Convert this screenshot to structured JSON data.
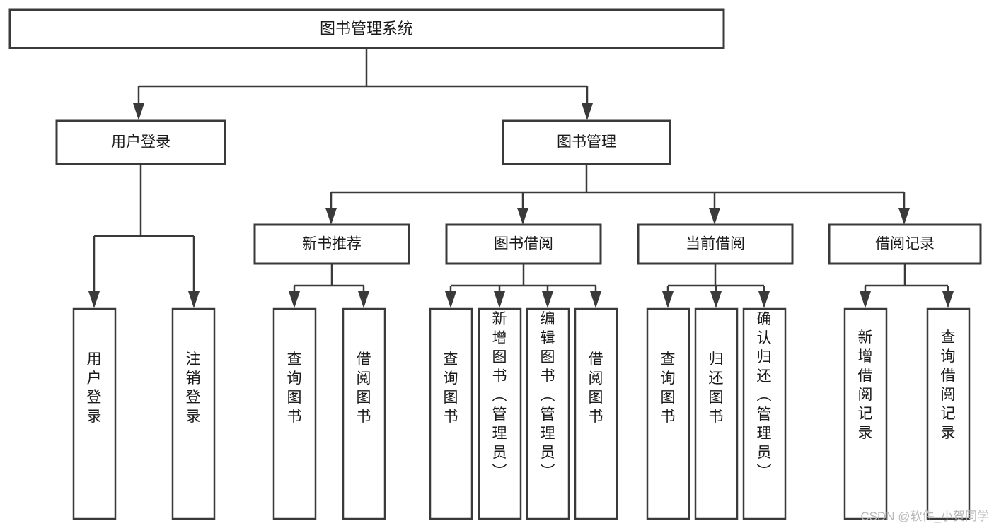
{
  "diagram": {
    "type": "tree-hierarchy",
    "title": "图书管理系统",
    "root": {
      "id": "root",
      "label": "图书管理系统",
      "orientation": "horizontal",
      "children": [
        {
          "id": "user-login",
          "label": "用户登录",
          "orientation": "horizontal",
          "children": [
            {
              "id": "user-login-do",
              "label": "用户登录",
              "orientation": "vertical"
            },
            {
              "id": "user-logout",
              "label": "注销登录",
              "orientation": "vertical"
            }
          ]
        },
        {
          "id": "book-manage",
          "label": "图书管理",
          "orientation": "horizontal",
          "children": [
            {
              "id": "new-book-rec",
              "label": "新书推荐",
              "orientation": "horizontal",
              "children": [
                {
                  "id": "rec-query-book",
                  "label": "查询图书",
                  "orientation": "vertical"
                },
                {
                  "id": "rec-borrow-book",
                  "label": "借阅图书",
                  "orientation": "vertical"
                }
              ]
            },
            {
              "id": "book-borrow",
              "label": "图书借阅",
              "orientation": "horizontal",
              "children": [
                {
                  "id": "borrow-query-book",
                  "label": "查询图书",
                  "orientation": "vertical"
                },
                {
                  "id": "borrow-add-book",
                  "label": "新增图书（管理员）",
                  "orientation": "vertical"
                },
                {
                  "id": "borrow-edit-book",
                  "label": "编辑图书（管理员）",
                  "orientation": "vertical"
                },
                {
                  "id": "borrow-borrow-book",
                  "label": "借阅图书",
                  "orientation": "vertical"
                }
              ]
            },
            {
              "id": "current-borrow",
              "label": "当前借阅",
              "orientation": "horizontal",
              "children": [
                {
                  "id": "cur-query-book",
                  "label": "查询图书",
                  "orientation": "vertical"
                },
                {
                  "id": "cur-return-book",
                  "label": "归还图书",
                  "orientation": "vertical"
                },
                {
                  "id": "cur-confirm-return",
                  "label": "确认归还（管理员）",
                  "orientation": "vertical"
                }
              ]
            },
            {
              "id": "borrow-record",
              "label": "借阅记录",
              "orientation": "horizontal",
              "children": [
                {
                  "id": "rec-add-record",
                  "label": "新增借阅记录",
                  "orientation": "vertical"
                },
                {
                  "id": "rec-query-record",
                  "label": "查询借阅记录",
                  "orientation": "vertical"
                }
              ]
            }
          ]
        }
      ]
    }
  },
  "style": {
    "background": "#ffffff",
    "box_fill": "#ffffff",
    "box_stroke": "#3a3a3a",
    "text_color": "#1a1a1a",
    "watermark_color": "#b9b9b9"
  },
  "watermark": {
    "text": "CSDN @软件_小贺同学"
  }
}
